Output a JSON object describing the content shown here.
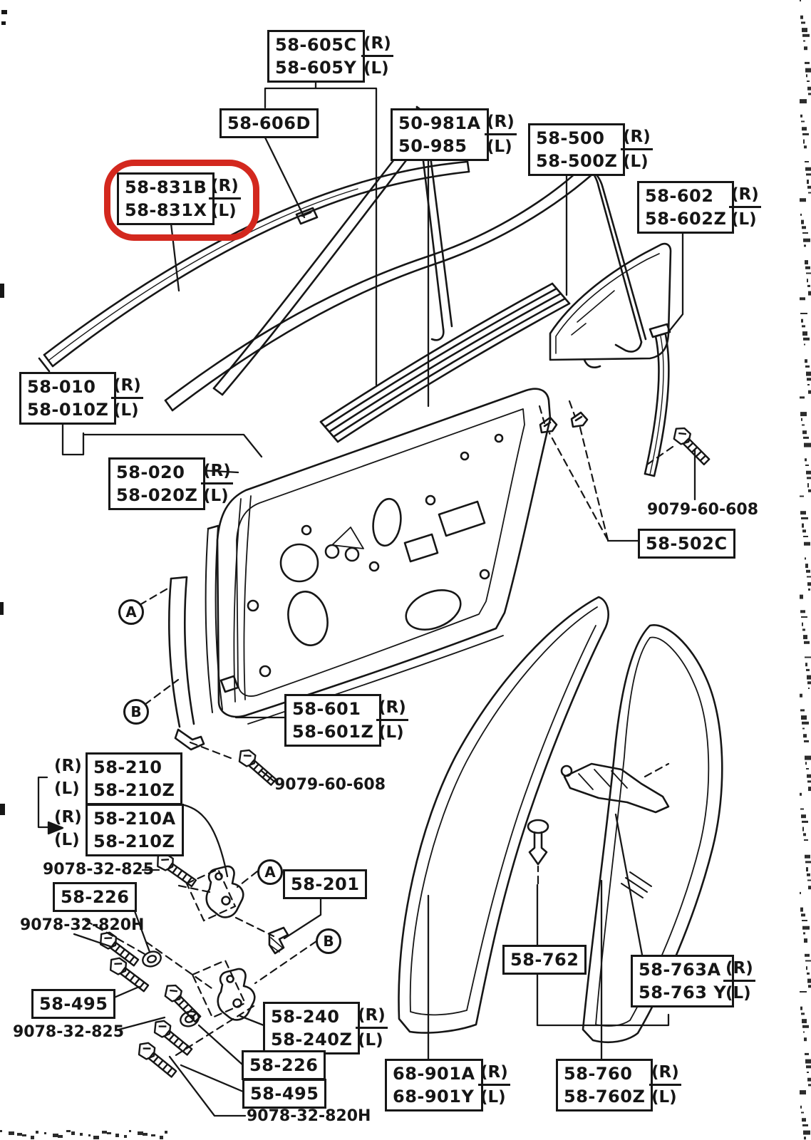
{
  "page": {
    "background": "#ffffff",
    "ink": "#161616",
    "accent_red": "#d3281e"
  },
  "rl": {
    "right": "(R)",
    "left": "(L)"
  },
  "labels": {
    "p605": {
      "top": "58-605C",
      "bottom": "58-605Y"
    },
    "p606d": "58-606D",
    "p50981": {
      "top": "50-981A",
      "bottom": "50-985"
    },
    "p500": {
      "top": "58-500",
      "bottom": "58-500Z"
    },
    "p602": {
      "top": "58-602",
      "bottom": "58-602Z"
    },
    "p831": {
      "top": "58-831B",
      "bottom": "58-831X"
    },
    "p010": {
      "top": "58-010",
      "bottom": "58-010Z"
    },
    "p020": {
      "top": "58-020",
      "bottom": "58-020Z"
    },
    "p502c": "58-502C",
    "p601": {
      "top": "58-601",
      "bottom": "58-601Z"
    },
    "p210": {
      "top": "58-210",
      "bottom": "58-210Z"
    },
    "p210a": {
      "top": "58-210A",
      "bottom": "58-210Z"
    },
    "p226": "58-226",
    "p495": "58-495",
    "p201": "58-201",
    "p240": {
      "top": "58-240",
      "bottom": "58-240Z"
    },
    "p226b": "58-226",
    "p495b": "58-495",
    "p762": "58-762",
    "p763": {
      "top": "58-763A",
      "bottom": "58-763 Y"
    },
    "p68901": {
      "top": "68-901A",
      "bottom": "68-901Y"
    },
    "p760": {
      "top": "58-760",
      "bottom": "58-760Z"
    }
  },
  "texts": {
    "bolt9079_top": "9079-60-608",
    "bolt9079_mid": "9079-60-608",
    "bolt9078_825_a": "9078-32-825",
    "bolt9078_820h_a": "9078-32-820H",
    "bolt9078_825_b": "9078-32-825",
    "bolt9078_820h_b": "9078-32-820H"
  },
  "markers": {
    "a": "A",
    "b": "B"
  }
}
